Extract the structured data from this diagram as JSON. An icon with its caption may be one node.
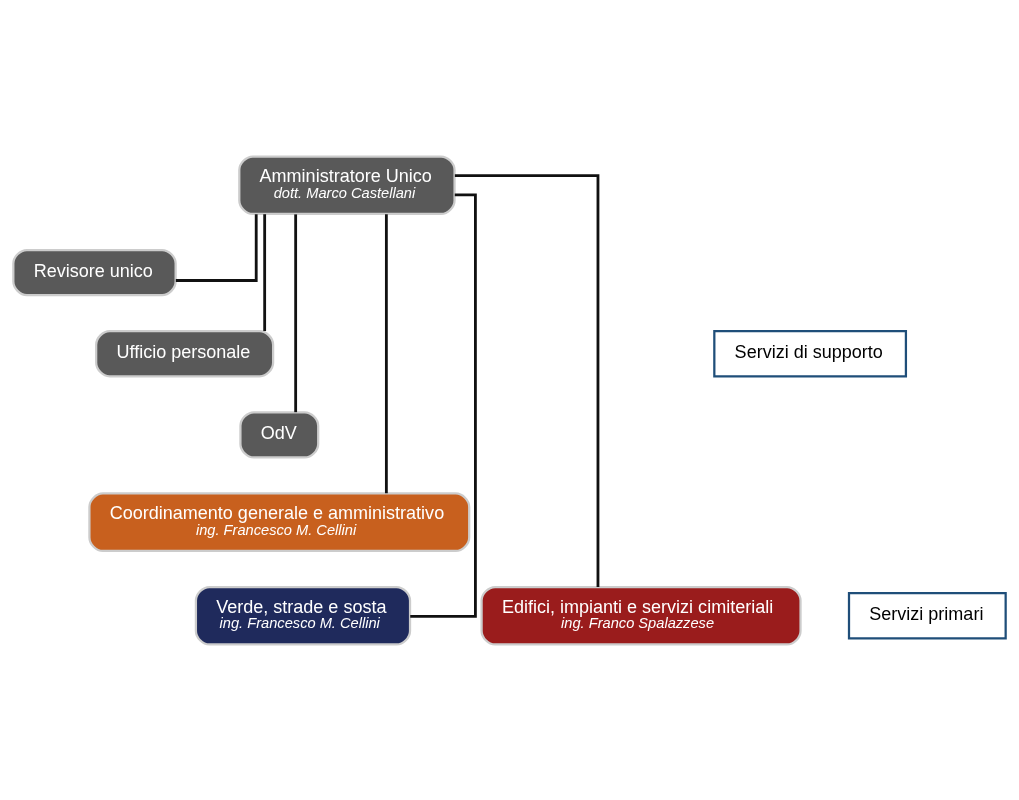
{
  "diagram": {
    "nodes": [
      {
        "text": [
          "Amministratore Unico",
          "dott. Marco Castellani"
        ]
      },
      {
        "text": [
          "Revisore unico"
        ]
      },
      {
        "text": [
          "Ufficio personale"
        ]
      },
      {
        "text": [
          "OdV"
        ]
      },
      {
        "text": [
          "Coordinamento generale e amministrativo",
          "ing. Francesco M. Cellini"
        ]
      },
      {
        "text": [
          "Verde, strade e sosta",
          "ing. Francesco M. Cellini"
        ]
      },
      {
        "text": [
          "Edifici, impianti e servizi cimiteriali",
          "ing. Franco Spalazzese"
        ]
      },
      {
        "text": [
          "Servizi di supporto"
        ]
      },
      {
        "text": [
          "Servizi primari"
        ]
      }
    ],
    "edges": [
      {
        "from": 0,
        "to": 1,
        "arrow": "none"
      },
      {
        "from": 0,
        "to": 2,
        "arrow": "none"
      },
      {
        "from": 0,
        "to": 3,
        "arrow": "none"
      },
      {
        "from": 0,
        "to": 4,
        "arrow": "none"
      },
      {
        "from": 0,
        "to": 5,
        "arrow": "none"
      },
      {
        "from": 0,
        "to": 6,
        "arrow": "none"
      }
    ]
  }
}
